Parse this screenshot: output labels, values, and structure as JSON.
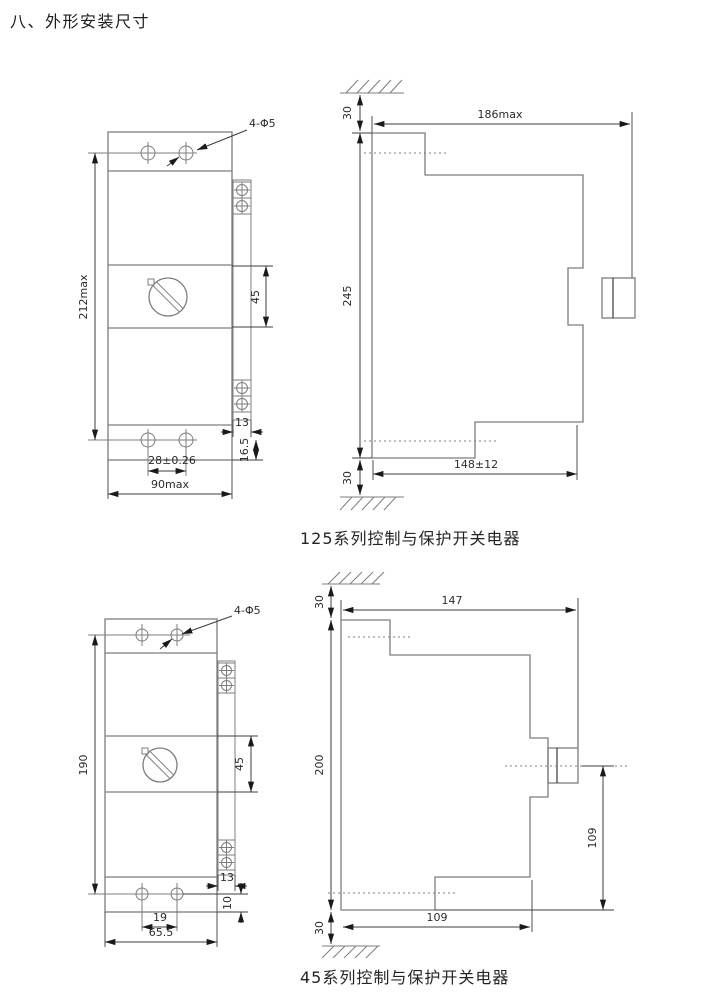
{
  "page": {
    "title": "八、外形安装尺寸"
  },
  "colors": {
    "outline": "#7d7d7d",
    "dimension": "#3c3c3c",
    "arrow": "#1a1a1a",
    "text": "#2b2b2b"
  },
  "figures": [
    {
      "caption": "125系列控制与保护开关电器",
      "front": {
        "holes_label": "4-Φ5",
        "overall_height": "212max",
        "handle_section_height": "45",
        "terminal_width": "13",
        "foot_height": "16.5",
        "hole_spacing": "28±0.26",
        "overall_width": "90max"
      },
      "side": {
        "top_clearance": "30",
        "overall_depth": "186max",
        "overall_height": "245",
        "lower_depth": "148±12",
        "bottom_clearance": "30"
      }
    },
    {
      "caption": "45系列控制与保护开关电器",
      "front": {
        "holes_label": "4-Φ5",
        "overall_height": "190",
        "handle_section_height": "45",
        "terminal_width": "13",
        "foot_height": "10",
        "hole_spacing": "19",
        "overall_width": "65.5"
      },
      "side": {
        "top_clearance": "30",
        "overall_depth": "147",
        "overall_height": "200",
        "handle_center_height": "109",
        "lower_depth": "109",
        "bottom_clearance": "30"
      }
    }
  ]
}
